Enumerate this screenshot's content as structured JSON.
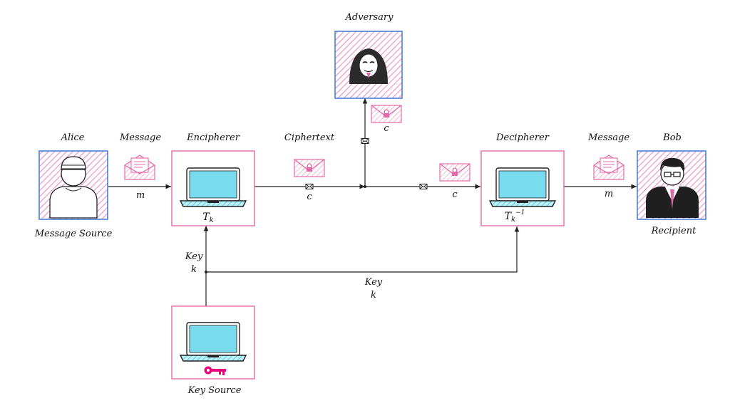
{
  "labels": {
    "alice": "Alice",
    "message_left": "Message",
    "encipherer": "Encipherer",
    "ciphertext": "Ciphertext",
    "adversary": "Adversary",
    "decipherer": "Decipherer",
    "message_right": "Message",
    "bob": "Bob",
    "message_source": "Message Source",
    "recipient": "Recipient",
    "key_left": "Key",
    "key_left_var": "k",
    "key_right": "Key",
    "key_right_var": "k",
    "key_source": "Key Source"
  },
  "math": {
    "m_left": "m",
    "m_right": "m",
    "c_main": "c",
    "c_adversary": "c",
    "c_right": "c",
    "t_k": "T",
    "t_k_sub": "k",
    "t_inv": "T",
    "t_inv_sub": "k",
    "t_inv_sup": "−1"
  },
  "colors": {
    "pink": "#e36aa8",
    "blue_frame": "#4a7fd6",
    "screen_cyan": "#6fd8ec",
    "key_magenta": "#e8007a"
  }
}
